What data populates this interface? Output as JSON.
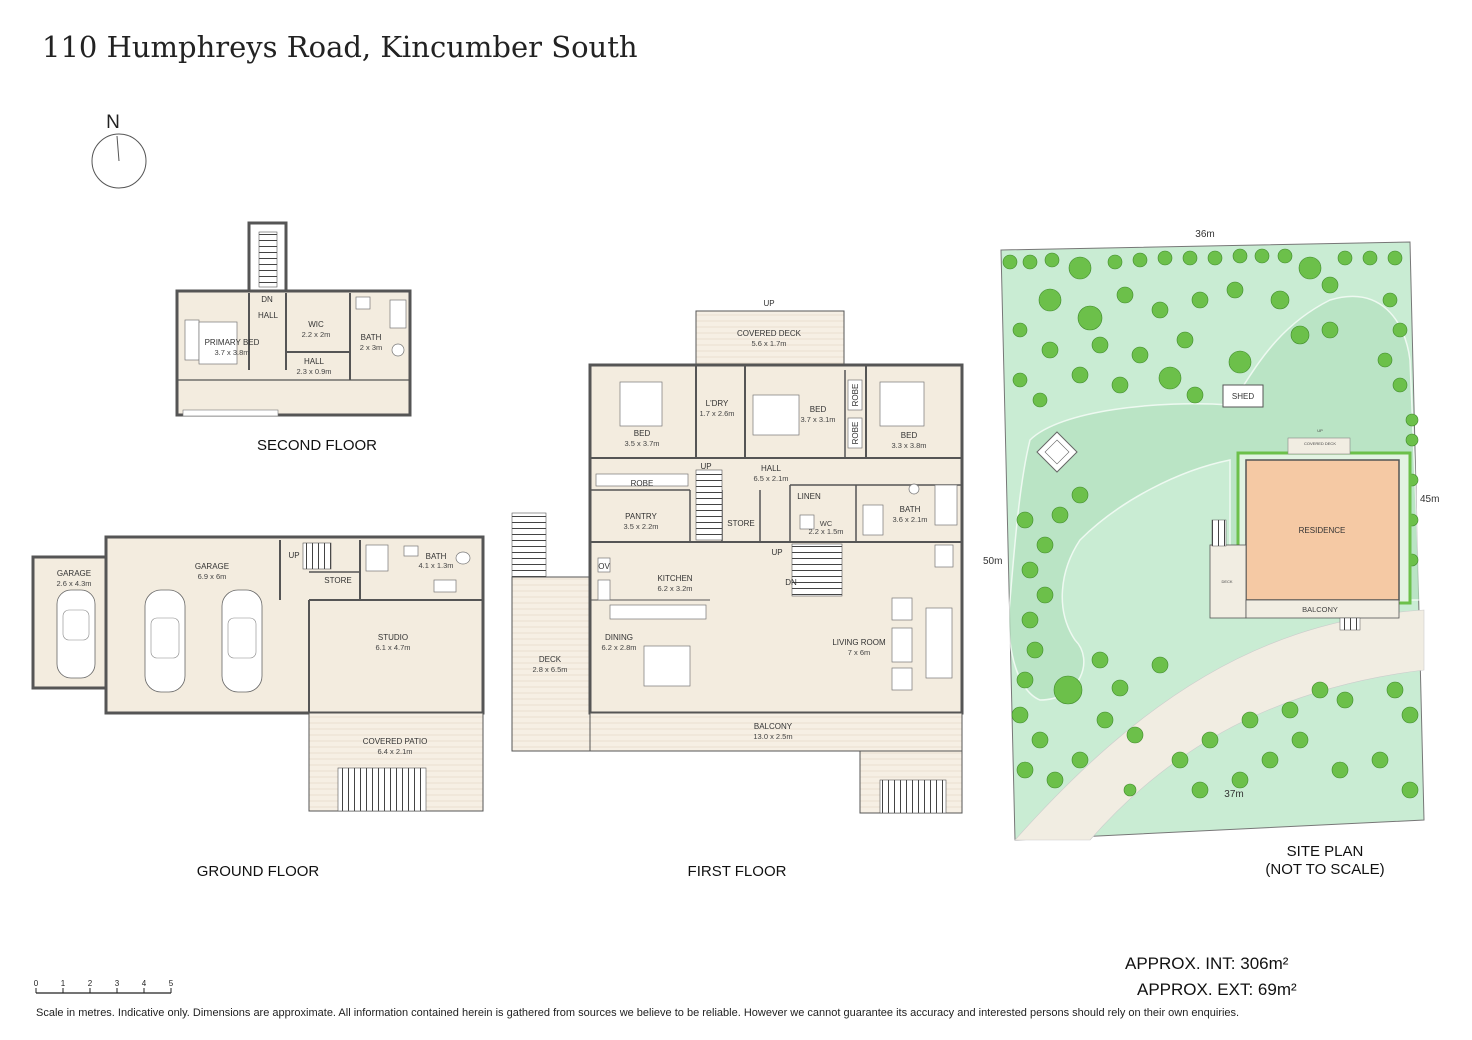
{
  "title": "110 Humphreys Road, Kincumber South",
  "compass": {
    "label": "N"
  },
  "floors": {
    "second": {
      "label": "SECOND FLOOR",
      "rooms": {
        "primary_bed": {
          "name": "PRIMARY BED",
          "dims": "3.7 x 3.8m"
        },
        "dn": {
          "name": "DN"
        },
        "hall_top": {
          "name": "HALL"
        },
        "wic": {
          "name": "WIC",
          "dims": "2.2 x 2m"
        },
        "hall": {
          "name": "HALL",
          "dims": "2.3 x 0.9m"
        },
        "bath": {
          "name": "BATH",
          "dims": "2 x 3m"
        }
      }
    },
    "ground": {
      "label": "GROUND FLOOR",
      "rooms": {
        "garage_small": {
          "name": "GARAGE",
          "dims": "2.6 x 4.3m"
        },
        "garage": {
          "name": "GARAGE",
          "dims": "6.9 x 6m"
        },
        "up": {
          "name": "UP"
        },
        "store": {
          "name": "STORE"
        },
        "bath": {
          "name": "BATH",
          "dims": "4.1 x 1.3m"
        },
        "studio": {
          "name": "STUDIO",
          "dims": "6.1 x 4.7m"
        },
        "patio": {
          "name": "COVERED PATIO",
          "dims": "6.4 x 2.1m"
        }
      }
    },
    "first": {
      "label": "FIRST FLOOR",
      "rooms": {
        "up_top": {
          "name": "UP"
        },
        "covered_deck": {
          "name": "COVERED DECK",
          "dims": "5.6 x 1.7m"
        },
        "bed1": {
          "name": "BED",
          "dims": "3.5 x 3.7m"
        },
        "ldry": {
          "name": "L'DRY",
          "dims": "1.7 x 2.6m"
        },
        "bed2": {
          "name": "BED",
          "dims": "3.7 x 3.1m"
        },
        "robe_v1": {
          "name": "ROBE"
        },
        "robe_v2": {
          "name": "ROBE"
        },
        "bed3": {
          "name": "BED",
          "dims": "3.3 x 3.8m"
        },
        "up_hall": {
          "name": "UP"
        },
        "hall": {
          "name": "HALL",
          "dims": "6.5 x 2.1m"
        },
        "robe": {
          "name": "ROBE"
        },
        "linen": {
          "name": "LINEN"
        },
        "pantry": {
          "name": "PANTRY",
          "dims": "3.5 x 2.2m"
        },
        "store": {
          "name": "STORE"
        },
        "wc": {
          "name": "WC",
          "dims": "2.2 x 1.5m"
        },
        "bath": {
          "name": "BATH",
          "dims": "3.6 x 2.1m"
        },
        "up_stair": {
          "name": "UP"
        },
        "dn_stair": {
          "name": "DN"
        },
        "ov": {
          "name": "OV"
        },
        "kitchen": {
          "name": "KITCHEN",
          "dims": "6.2 x 3.2m"
        },
        "deck": {
          "name": "DECK",
          "dims": "2.8 x 6.5m"
        },
        "dining": {
          "name": "DINING",
          "dims": "6.2 x 2.8m"
        },
        "living": {
          "name": "LIVING ROOM",
          "dims": "7 x 6m"
        },
        "balcony": {
          "name": "BALCONY",
          "dims": "13.0 x 2.5m"
        }
      }
    }
  },
  "site_plan": {
    "label_line1": "SITE PLAN",
    "label_line2": "(NOT TO SCALE)",
    "dims": {
      "top": "36m",
      "right": "45m",
      "left": "50m",
      "bottom": "37m"
    },
    "shed": "SHED",
    "residence": "RESIDENCE",
    "balcony": "BALCONY",
    "covered_deck": "COVERED DECK",
    "deck": "DECK",
    "up": "UP"
  },
  "area": {
    "internal": "APPROX. INT:  306m²",
    "external": "APPROX. EXT:  69m²"
  },
  "scale": {
    "ticks": [
      "0",
      "1",
      "2",
      "3",
      "4",
      "5"
    ]
  },
  "disclaimer": "Scale in metres. Indicative only. Dimensions are approximate. All information contained herein is gathered from sources we believe to be reliable. However we cannot guarantee its accuracy and interested persons should rely on their own enquiries.",
  "colors": {
    "floor": "#f3ecdf",
    "wall": "#555555",
    "lawn": "#c9ecd3",
    "tree": "#6cc04a",
    "residence": "#f5c9a4",
    "path": "#f1ede2"
  }
}
